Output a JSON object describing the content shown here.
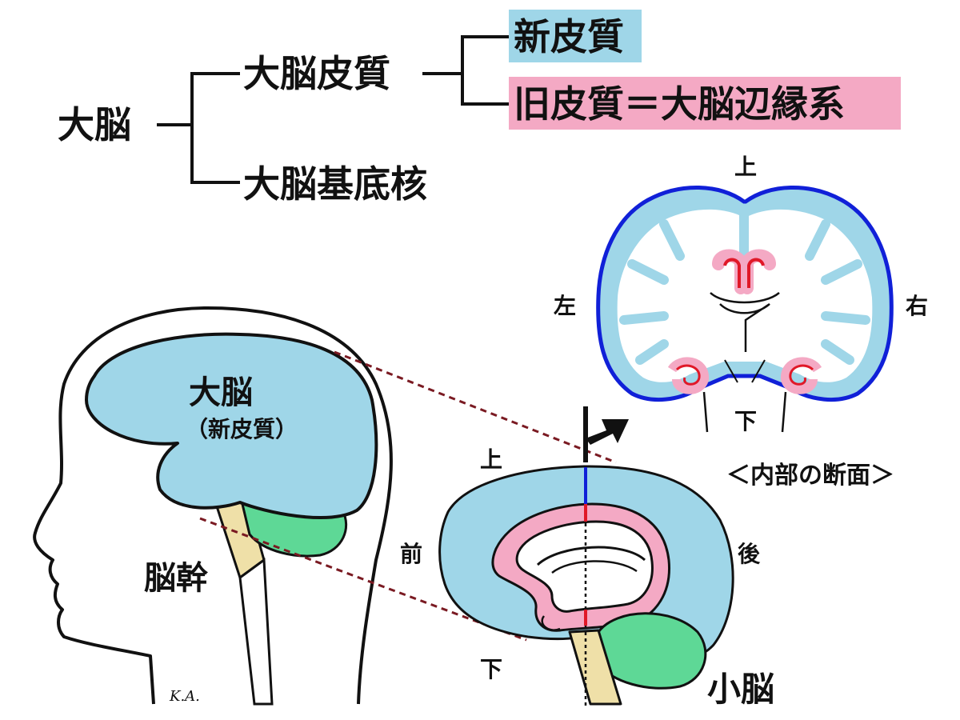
{
  "tree": {
    "root": "大脳",
    "cerebral_cortex": "大脳皮質",
    "basal_ganglia": "大脳基底核",
    "neocortex": "新皮質",
    "old_cortex": "旧皮質＝大脳辺縁系"
  },
  "head_view": {
    "cerebrum": "大脳",
    "cerebrum_note": "（新皮質）",
    "brainstem": "脳幹",
    "signature": "K.A."
  },
  "sagittal_view": {
    "up": "上",
    "down": "下",
    "front": "前",
    "back": "後",
    "cerebellum": "小脳"
  },
  "coronal_view": {
    "up": "上",
    "down": "下",
    "left": "左",
    "right": "右",
    "caption": "＜内部の断面＞"
  },
  "colors": {
    "neocortex": "#9fd6e8",
    "old_cortex": "#f4a9c4",
    "cerebellum": "#5ed896",
    "brainstem": "#efe0a8",
    "coronal_outline": "#1020d8",
    "limbic_red": "#e01828",
    "section_line": "#7a1a22"
  }
}
